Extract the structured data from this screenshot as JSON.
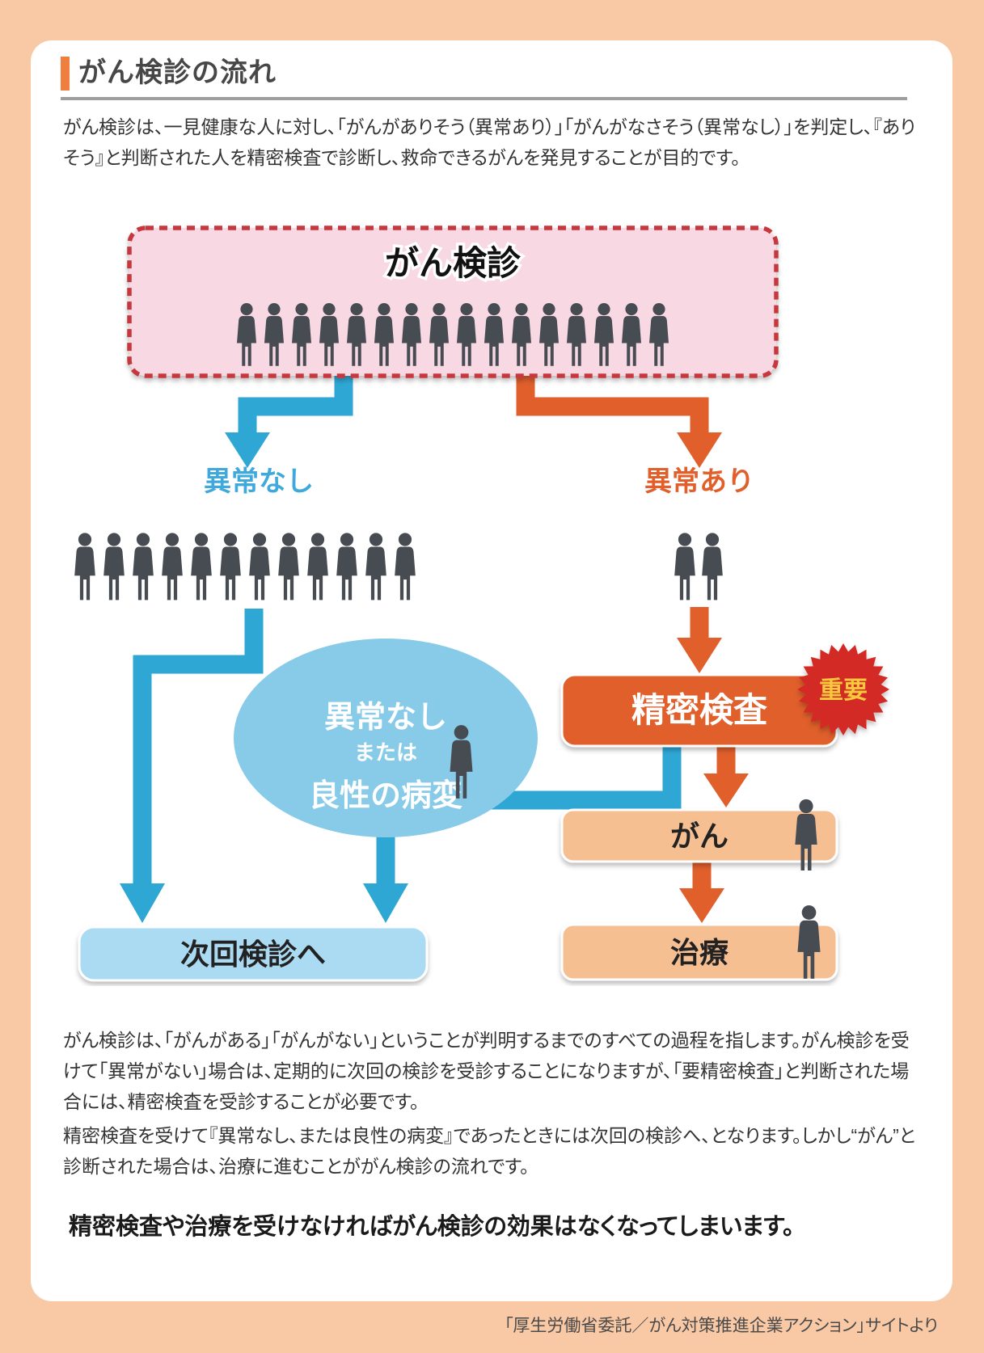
{
  "page": {
    "title": "がん検診の流れ",
    "intro": "がん検診は、一見健康な人に対し、「がんがありそう（異常あり）」「がんがなさそう（異常なし）」を判定し、『ありそう』と判断された人を精密検査で診断し、救命できるがんを発見することが目的です。",
    "source": "「厚生労働省委託／がん対策推進企業アクション」サイトより"
  },
  "diagram": {
    "screening_label": "がん検診",
    "no_abnormality_label": "異常なし",
    "abnormality_label": "異常あり",
    "detailed_exam_label": "精密検査",
    "important_badge": "重要",
    "ellipse": {
      "line1": "異常なし",
      "line2": "または",
      "line3": "良性の病変"
    },
    "next_screening_label": "次回検診へ",
    "cancer_label": "がん",
    "treatment_label": "治療",
    "people_counts": {
      "screening": 16,
      "no_abnormality": 12,
      "abnormality": 2,
      "benign": 1,
      "cancer": 1,
      "treatment": 1
    },
    "colors": {
      "page_border": "#F9C9A5",
      "accent_orange": "#EF7F3F",
      "flow_blue": "#2EA7D5",
      "label_blue": "#3FA9DC",
      "flow_orange": "#E05F2B",
      "screening_pink": "#F8D8E3",
      "screening_border": "#C6383E",
      "ellipse_blue": "#88CBE9",
      "next_box_blue": "#ABDBF2",
      "result_box_orange": "#F5BF92",
      "badge_red": "#D42B28",
      "badge_text_gold": "#F7C83D",
      "person_gray": "#474B52"
    }
  },
  "body": {
    "paragraph1": "がん検診は、「がんがある」「がんがない」ということが判明するまでのすべての過程を指します。がん検診を受けて「異常がない」場合は、定期的に次回の検診を受診することになりますが、「要精密検査」と判断された場合には、精密検査を受診することが必要です。",
    "paragraph2": "精密検査を受けて『異常なし、または良性の病変』であったときには次回の検診へ、となります。しかし“がん”と診断された場合は、治療に進むことががん検診の流れです。",
    "emphasis": "精密検査や治療を受けなければがん検診の効果はなくなってしまいます。"
  }
}
